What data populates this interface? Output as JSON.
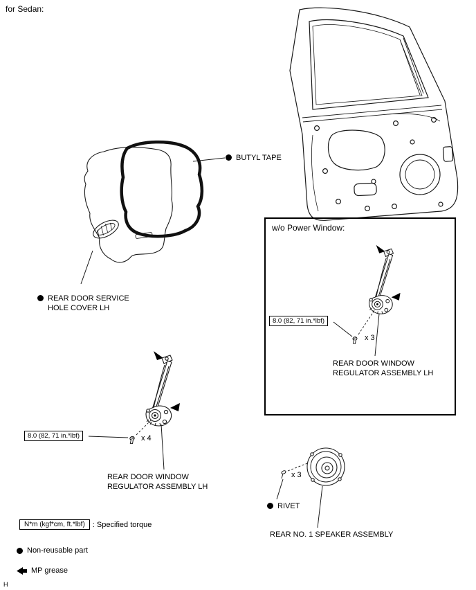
{
  "page": {
    "title": "for Sedan:",
    "page_mark": "H"
  },
  "cover": {
    "butyl_tape_label": "BUTYL TAPE",
    "label": "REAR DOOR SERVICE HOLE COVER LH"
  },
  "wo_power_window": {
    "title": "w/o Power Window:",
    "torque_spec": "8.0 (82, 71 in.*lbf)",
    "bolt_count": "x 3",
    "label": "REAR DOOR WINDOW REGULATOR ASSEMBLY LH"
  },
  "regulator": {
    "torque_spec": "8.0 (82, 71 in.*lbf)",
    "bolt_count": "x 4",
    "label": "REAR DOOR WINDOW REGULATOR ASSEMBLY LH"
  },
  "speaker": {
    "rivet_count": "x 3",
    "rivet_label": "RIVET",
    "label": "REAR NO. 1 SPEAKER ASSEMBLY"
  },
  "legend": {
    "torque_box": "N*m (kgf*cm, ft.*lbf)",
    "torque_desc": ": Specified torque",
    "non_reusable": "Non-reusable part",
    "mp_grease": "MP grease"
  },
  "colors": {
    "line": "#1a1a1a",
    "background": "#ffffff"
  }
}
